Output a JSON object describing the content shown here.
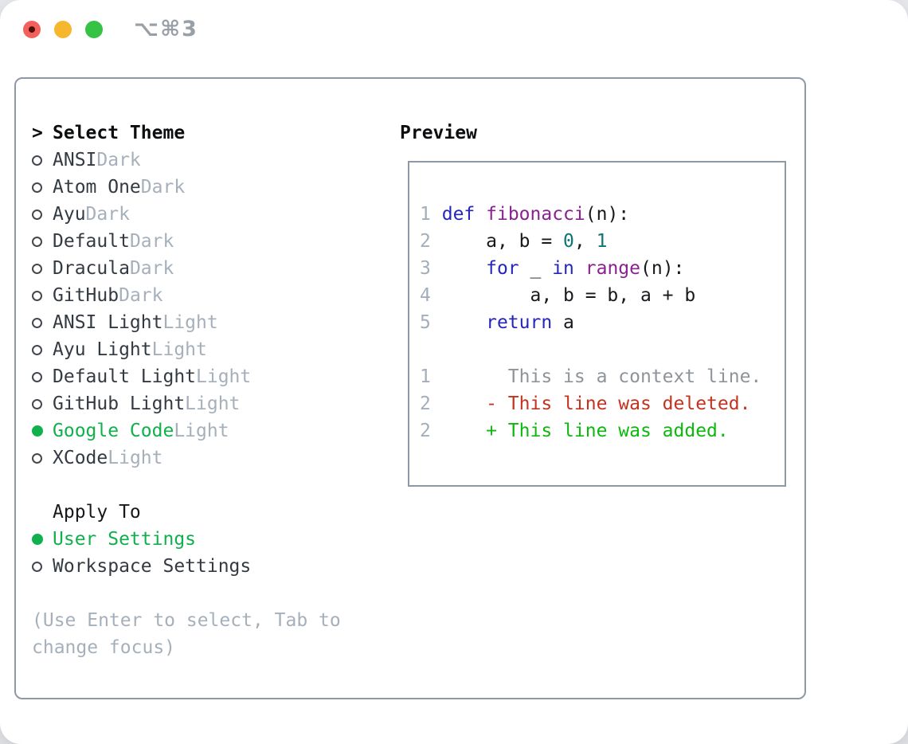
{
  "window": {
    "title": "⌥⌘3",
    "traffic_lights": [
      "close",
      "minimize",
      "zoom"
    ]
  },
  "theme_list": {
    "header_marker": ">",
    "header": "Select Theme",
    "items": [
      {
        "name": "ANSI",
        "variant": "Dark",
        "selected": false
      },
      {
        "name": "Atom One",
        "variant": "Dark",
        "selected": false
      },
      {
        "name": "Ayu",
        "variant": "Dark",
        "selected": false
      },
      {
        "name": "Default",
        "variant": "Dark",
        "selected": false
      },
      {
        "name": "Dracula",
        "variant": "Dark",
        "selected": false
      },
      {
        "name": "GitHub",
        "variant": "Dark",
        "selected": false
      },
      {
        "name": "ANSI Light",
        "variant": "Light",
        "selected": false
      },
      {
        "name": "Ayu Light",
        "variant": "Light",
        "selected": false
      },
      {
        "name": "Default Light",
        "variant": "Light",
        "selected": false
      },
      {
        "name": "GitHub Light",
        "variant": "Light",
        "selected": false
      },
      {
        "name": "Google Code",
        "variant": "Light",
        "selected": true
      },
      {
        "name": "XCode",
        "variant": "Light",
        "selected": false
      }
    ]
  },
  "apply_to": {
    "header": "Apply To",
    "items": [
      {
        "label": "User Settings",
        "selected": true
      },
      {
        "label": "Workspace Settings",
        "selected": false
      }
    ]
  },
  "help_text": [
    "(Use Enter to select, Tab to",
    "change focus)"
  ],
  "preview": {
    "title": "Preview",
    "code_lines": [
      {
        "num": "1",
        "segments": [
          {
            "t": "def",
            "c": "kw"
          },
          {
            "t": " ",
            "c": "pl"
          },
          {
            "t": "fibonacci",
            "c": "fn"
          },
          {
            "t": "(n):",
            "c": "pl"
          }
        ]
      },
      {
        "num": "2",
        "segments": [
          {
            "t": "    a, b = ",
            "c": "pl"
          },
          {
            "t": "0",
            "c": "numlit"
          },
          {
            "t": ", ",
            "c": "pl"
          },
          {
            "t": "1",
            "c": "numlit"
          }
        ]
      },
      {
        "num": "3",
        "segments": [
          {
            "t": "    ",
            "c": "pl"
          },
          {
            "t": "for",
            "c": "kw"
          },
          {
            "t": " _ ",
            "c": "pl"
          },
          {
            "t": "in",
            "c": "kw"
          },
          {
            "t": " ",
            "c": "pl"
          },
          {
            "t": "range",
            "c": "fn"
          },
          {
            "t": "(n):",
            "c": "pl"
          }
        ]
      },
      {
        "num": "4",
        "segments": [
          {
            "t": "        a, b = b, a + b",
            "c": "pl"
          }
        ]
      },
      {
        "num": "5",
        "segments": [
          {
            "t": "    ",
            "c": "pl"
          },
          {
            "t": "return",
            "c": "kw"
          },
          {
            "t": " a",
            "c": "pl"
          }
        ]
      }
    ],
    "diff_lines": [
      {
        "num": "1",
        "marker": "",
        "text": "This is a context line.",
        "kind": "context"
      },
      {
        "num": "2",
        "marker": "-",
        "text": "This line was deleted.",
        "kind": "deleted"
      },
      {
        "num": "2",
        "marker": "+",
        "text": "This line was added.",
        "kind": "added"
      }
    ]
  },
  "colors": {
    "accent_green": "#10b04c",
    "traffic_red": "#f4605b",
    "traffic_red_dot": "#500f0a",
    "traffic_yellow": "#f6b62e",
    "traffic_green": "#35c245",
    "panel_border": "#8e99a6",
    "title_gray": "#989fa6",
    "text_dark": "#343a42",
    "text_muted": "#a6b0bb",
    "help_gray": "#a6b0bb",
    "kw": "#2626bb",
    "fn": "#8b2190",
    "num_literal": "#0e7575",
    "code_plain": "#17191d",
    "line_num": "#a4aeb9",
    "diff_context": "#8f9499",
    "diff_deleted": "#c3331f",
    "diff_added": "#0eb80e"
  }
}
